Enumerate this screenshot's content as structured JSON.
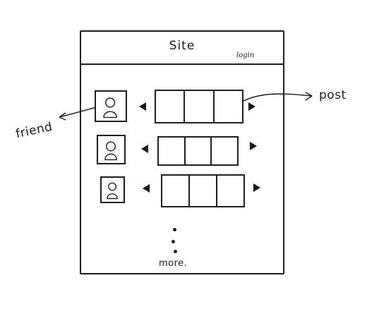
{
  "header": {
    "title": "Site",
    "login_label": "login"
  },
  "feed": {
    "rows": [
      {
        "friend_icon": "person-icon",
        "post_count": 3
      },
      {
        "friend_icon": "person-icon",
        "post_count": 3
      },
      {
        "friend_icon": "person-icon",
        "post_count": 3
      }
    ],
    "more_label": "more."
  },
  "annotations": {
    "friend": "friend",
    "post": "post"
  }
}
